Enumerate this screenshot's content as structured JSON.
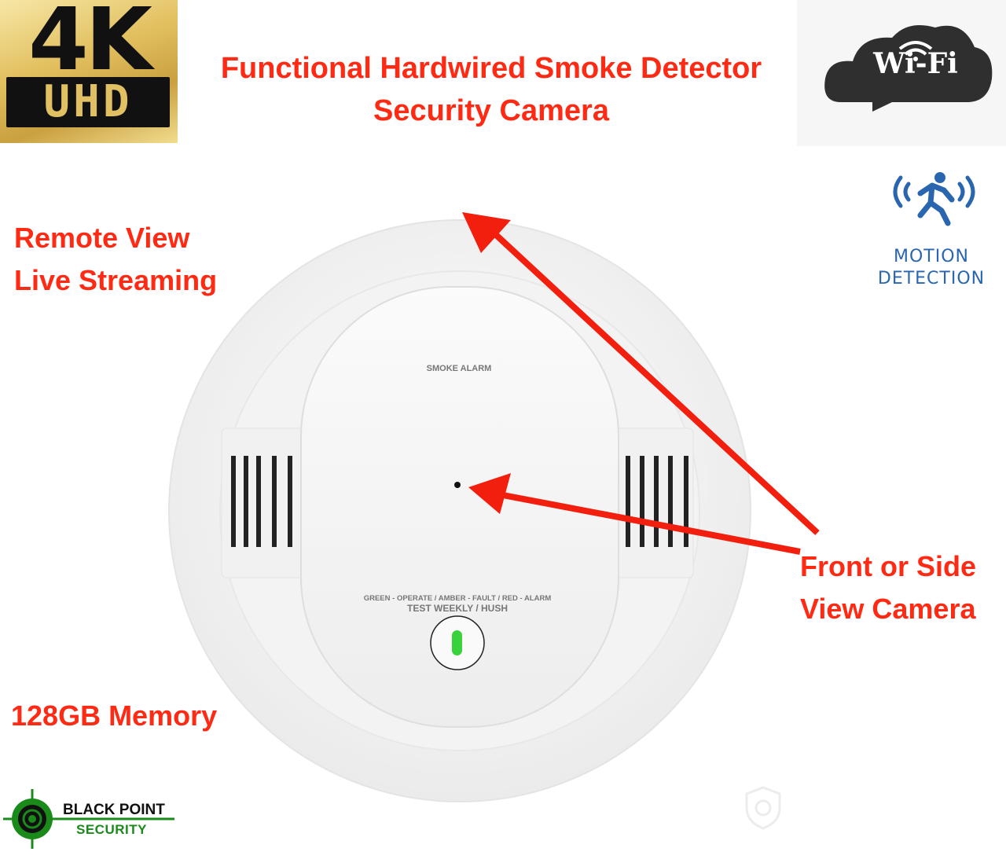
{
  "badge": {
    "big": "4K",
    "sub": "UHD"
  },
  "title": {
    "line1": "Functional Hardwired Smoke Detector",
    "line2": "Security Camera"
  },
  "wifi": {
    "label": "Wi-Fi"
  },
  "motion": {
    "line1": "MOTION",
    "line2": "DETECTION"
  },
  "features": {
    "remote_line1": "Remote View",
    "remote_line2": "Live Streaming",
    "memory": "128GB Memory",
    "camera_line1": "Front or Side",
    "camera_line2": "View Camera"
  },
  "detector": {
    "label": "SMOKE ALARM",
    "status": "GREEN - OPERATE / AMBER - FAULT / RED - ALARM",
    "test": "TEST WEEKLY / HUSH"
  },
  "logo": {
    "line1": "BLACK POINT",
    "line2": "SECURITY"
  },
  "colors": {
    "accent": "#ff2a14",
    "motion_blue": "#2a66b0",
    "logo_green": "#1a8a1a"
  }
}
